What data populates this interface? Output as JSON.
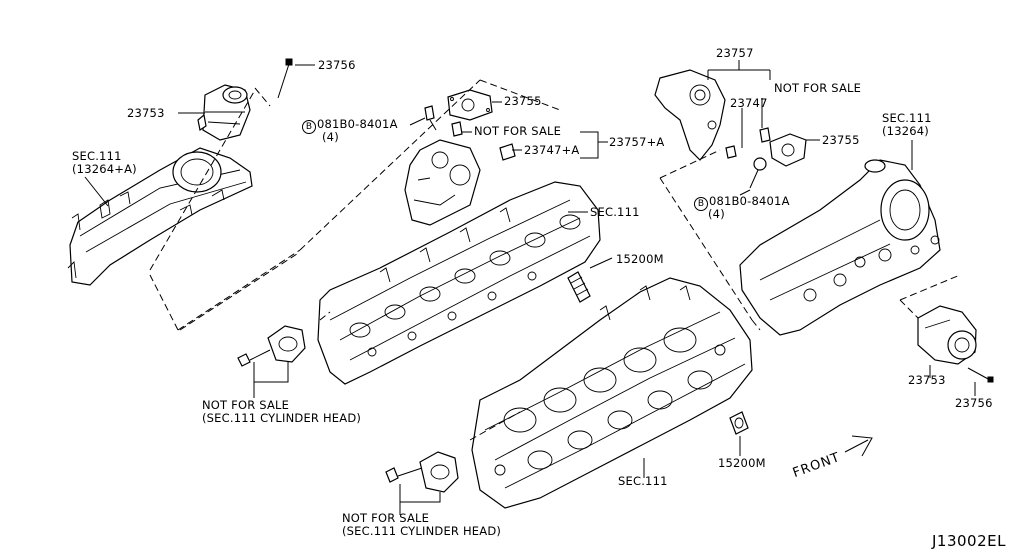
{
  "labels": {
    "p23756_top": "23756",
    "p23753_left": "23753",
    "p23755_left": "23755",
    "bolt_left_code": "081B0-8401A",
    "bolt_left_qty": "(4)",
    "nfs_left": "NOT FOR SALE",
    "p23757a": "23757+A",
    "p23747a": "23747+A",
    "sec111_cover_left_a": "SEC.111",
    "sec111_cover_left_b": "(13264+A)",
    "sec111_head_left": "SEC.111",
    "p15200m_top": "15200M",
    "nfs_sensor1_a": "NOT FOR SALE",
    "nfs_sensor1_b": "(SEC.111 CYLINDER HEAD)",
    "nfs_sensor2_a": "NOT FOR SALE",
    "nfs_sensor2_b": "(SEC.111 CYLINDER HEAD)",
    "sec111_block": "SEC.111",
    "p15200m_bottom": "15200M",
    "p23757": "23757",
    "nfs_right": "NOT FOR SALE",
    "p23747": "23747",
    "p23755_right": "23755",
    "bolt_right_code": "081B0-8401A",
    "bolt_right_qty": "(4)",
    "sec111_cover_right_a": "SEC.111",
    "sec111_cover_right_b": "(13264)",
    "p23753_right": "23753",
    "p23756_right": "23756",
    "front": "FRONT",
    "diagram_code": "J13002EL",
    "bolt_symbol": "B"
  }
}
